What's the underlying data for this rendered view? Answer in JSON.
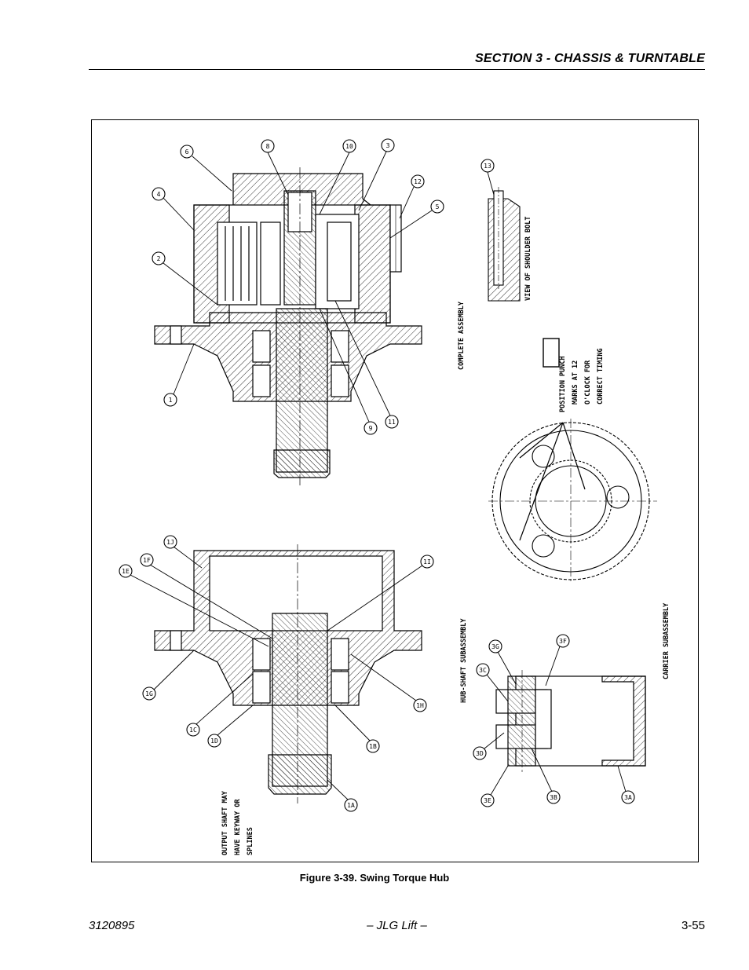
{
  "header": {
    "section_title": "SECTION 3 - CHASSIS & TURNTABLE"
  },
  "figure": {
    "caption": "Figure 3-39.  Swing Torque Hub",
    "notes": {
      "complete_assembly": "COMPLETE ASSEMBLY",
      "view_shoulder_bolt": "VIEW OF SHOULDER BOLT",
      "position_punch_1": "POSITION PUNCH",
      "position_punch_2": "MARKS AT 12",
      "position_punch_3": "O'CLOCK FOR",
      "position_punch_4": "CORRECT TIMING",
      "hub_shaft": "HUB-SHAFT SUBASSEMBLY",
      "carrier": "CARRIER SUBASSEMBLY",
      "output_shaft_1": "OUTPUT SHAFT MAY",
      "output_shaft_2": "HAVE KEYWAY OR",
      "output_shaft_3": "SPLINES"
    },
    "callouts": {
      "c6": "6",
      "c8": "8",
      "c10": "10",
      "c3": "3",
      "c12": "12",
      "c5": "5",
      "c4": "4",
      "c2": "2",
      "c1": "1",
      "c9": "9",
      "c11": "11",
      "c13": "13",
      "c1J": "1J",
      "c1F": "1F",
      "c1E": "1E",
      "c1I": "1I",
      "c1G": "1G",
      "c1C": "1C",
      "c1D": "1D",
      "c1B": "1B",
      "c1H": "1H",
      "c1A": "1A",
      "c3C": "3C",
      "c3G": "3G",
      "c3F": "3F",
      "c3D": "3D",
      "c3E": "3E",
      "c3B": "3B",
      "c3A": "3A"
    }
  },
  "footer": {
    "doc_number": "3120895",
    "center": "– JLG Lift –",
    "page_number": "3-55"
  }
}
